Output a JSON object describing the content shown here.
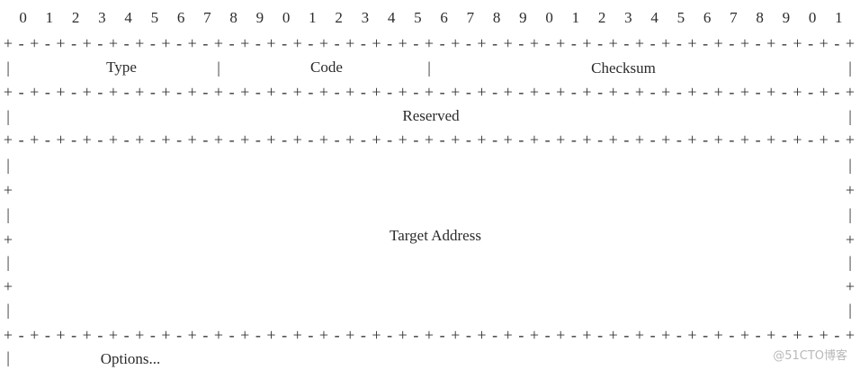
{
  "bit_ruler": [
    "0",
    "1",
    "2",
    "3",
    "4",
    "5",
    "6",
    "7",
    "8",
    "9",
    "0",
    "1",
    "2",
    "3",
    "4",
    "5",
    "6",
    "7",
    "8",
    "9",
    "0",
    "1",
    "2",
    "3",
    "4",
    "5",
    "6",
    "7",
    "8",
    "9",
    "0",
    "1"
  ],
  "rule_text": "+-+-+-+-+-+-+-+-+-+-+-+-+-+-+-+-+-+-+-+-+-+-+-+-+-+-+-+-+-+-+-+-+",
  "separators": {
    "plus": "+",
    "pipe": "|"
  },
  "fields": [
    {
      "name": "type",
      "label": "Type"
    },
    {
      "name": "code",
      "label": "Code"
    },
    {
      "name": "checksum",
      "label": "Checksum"
    },
    {
      "name": "reserved",
      "label": "Reserved"
    },
    {
      "name": "target-address",
      "label": "Target Address"
    },
    {
      "name": "options",
      "label": "Options..."
    }
  ],
  "watermark": "@51CTO博客"
}
